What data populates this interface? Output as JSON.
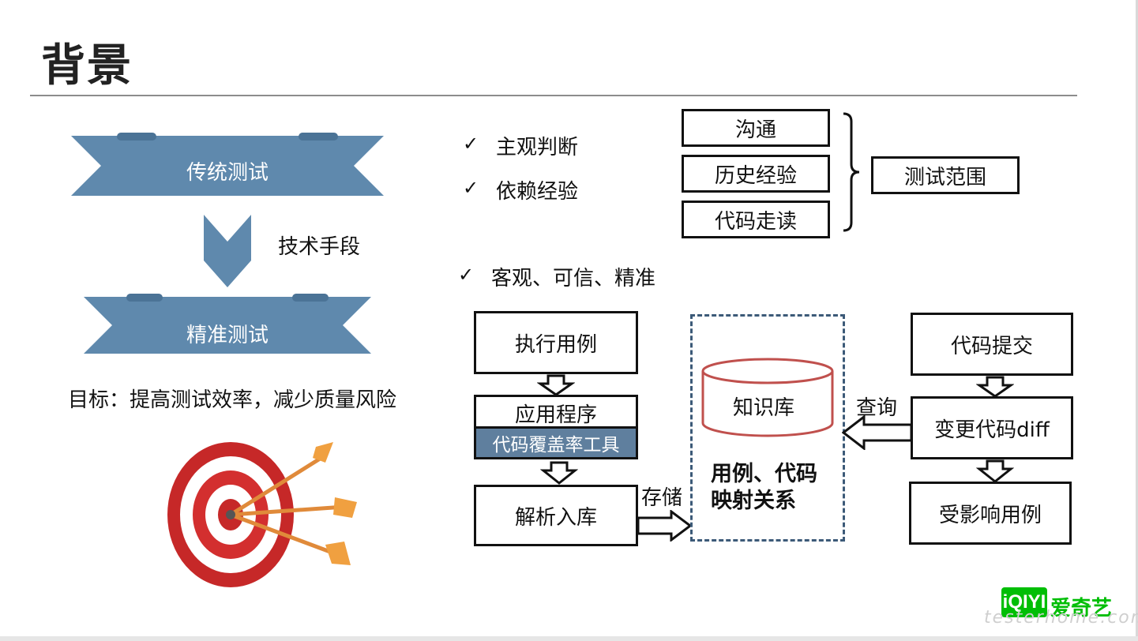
{
  "slide": {
    "title": "背景"
  },
  "left": {
    "banner_top": "传统测试",
    "arrow_label": "技术手段",
    "banner_bottom": "精准测试",
    "goal": "目标：提高测试效率，减少质量风险"
  },
  "checklist": [
    {
      "mark": "✓",
      "text": "主观判断"
    },
    {
      "mark": "✓",
      "text": "依赖经验"
    },
    {
      "mark": "✓",
      "text": "客观、可信、精准"
    }
  ],
  "scope": {
    "items": [
      "沟通",
      "历史经验",
      "代码走读"
    ],
    "result": "测试范围"
  },
  "flow": {
    "execute": "执行用例",
    "app": "应用程序",
    "coverage_tool": "代码覆盖率工具",
    "parse": "解析入库",
    "store_label": "存储",
    "kb": "知识库",
    "mapping": "用例、代码映射关系",
    "mapping_line1": "用例、代码",
    "mapping_line2": "映射关系",
    "query_label": "查询",
    "commit": "代码提交",
    "diff": "变更代码diff",
    "affected": "受影响用例"
  },
  "brand": {
    "logo_text": "iQIYI",
    "name": "爱奇艺",
    "watermark": "testerhome.com",
    "color": "#00be06"
  },
  "colors": {
    "banner": "#5f89ad",
    "banner_dark": "#3f6a8f",
    "dashed": "#3c5a78",
    "cylinder": "#c0504d"
  }
}
